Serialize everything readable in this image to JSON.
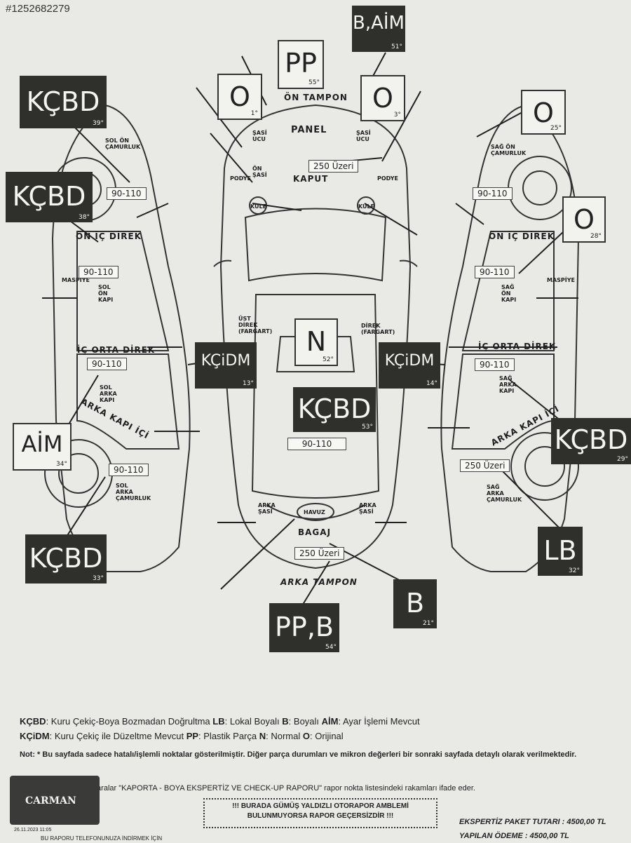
{
  "watermark_id": "#1252682279",
  "labels": {
    "on_tampon": "ÖN TAMPON",
    "panel": "PANEL",
    "kaput": "KAPUT",
    "sasi_ucu_l": "ŞASİ UCU",
    "sasi_ucu_r": "ŞASİ UCU",
    "on_sasi": "ÖN ŞASİ",
    "podye_l": "PODYE",
    "podye_r": "PODYE",
    "kule_l": "KULE",
    "kule_r": "KULE",
    "ust_direk_l": "ÜST DİREK (FARGART)",
    "ust_direk_r": "DİREK (FARGART)",
    "havuz": "HAVUZ",
    "bagaj": "BAGAJ",
    "arka_tampon": "ARKA TAMPON",
    "arka_sasi_l": "ARKA ŞASİ",
    "arka_sasi_r": "ARKA ŞASİ",
    "sol_on_camurluk": "SOL ÖN ÇAMURLUK",
    "sol_on_ic_direk": "ÖN İÇ DİREK",
    "sol_on_kapi": "SOL ÖN KAPI",
    "sol_maspiye": "MASPİYE",
    "sol_ic_orta_direk": "İÇ ORTA DİREK",
    "sol_arka_kapi": "SOL ARKA KAPI",
    "sol_arka_kapi_ici": "ARKA KAPI İÇİ",
    "sol_arka_camurluk": "SOL ARKA ÇAMURLUK",
    "sag_on_camurluk": "SAĞ ÖN ÇAMURLUK",
    "sag_on_ic_direk": "ÖN İÇ DİREK",
    "sag_on_kapi": "SAĞ ÖN KAPI",
    "sag_maspiye": "MASPİYE",
    "sag_ic_orta_direk": "İÇ ORTA DİREK",
    "sag_arka_kapi": "SAĞ ARKA KAPI",
    "sag_arka_kapi_ici": "ARKA KAPI İÇİ",
    "sag_arka_camurluk": "SAĞ ARKA ÇAMURLUK"
  },
  "tags": {
    "pp_front": {
      "code": "PP",
      "deg": "55°"
    },
    "b_aim": {
      "code": "B,AİM",
      "deg": "51°"
    },
    "o_left": {
      "code": "O",
      "deg": "1°"
    },
    "o_right": {
      "code": "O",
      "deg": "3°"
    },
    "kcbd_sol_camurluk": {
      "code": "KÇBD",
      "deg": "39°"
    },
    "kcbd_sol_kapi": {
      "code": "KÇBD",
      "deg": "38°"
    },
    "o_sag_camurluk": {
      "code": "O",
      "deg": "25°"
    },
    "o_sag_kapi": {
      "code": "O",
      "deg": "28°"
    },
    "n_tavan": {
      "code": "N",
      "deg": "52°"
    },
    "kcidm_left": {
      "code": "KÇiDM",
      "deg": "13°"
    },
    "kcidm_right": {
      "code": "KÇiDM",
      "deg": "14°"
    },
    "kcbd_center": {
      "code": "KÇBD",
      "deg": "53°"
    },
    "aim_left": {
      "code": "AİM",
      "deg": "34°"
    },
    "kcbd_sag_arka": {
      "code": "KÇBD",
      "deg": "29°"
    },
    "kcbd_sol_arka_camurluk": {
      "code": "KÇBD",
      "deg": "33°"
    },
    "lb_sag": {
      "code": "LB",
      "deg": "32°"
    },
    "b_bagaj": {
      "code": "B",
      "deg": "21°"
    },
    "ppb_rear": {
      "code": "PP,B",
      "deg": "54°"
    }
  },
  "measurements": {
    "kaput": "250 Üzeri",
    "sol_camurluk": "90-110",
    "sol_on_kapi": "90-110",
    "sol_arka_kapi": "90-110",
    "sol_arka_camurluk": "90-110",
    "tavan": "90-110",
    "bagaj": "250 Üzeri",
    "sag_camurluk": "90-110",
    "sag_on_kapi": "90-110",
    "sag_arka_kapi": "90-110",
    "sag_arka_camurluk": "250 Üzeri"
  },
  "legend": {
    "line1": [
      {
        "k": "KÇBD",
        "v": ": Kuru Çekiç-Boya Bozmadan Doğrultma "
      },
      {
        "k": "LB",
        "v": ": Lokal Boyalı "
      },
      {
        "k": "B",
        "v": ": Boyalı "
      },
      {
        "k": "AİM",
        "v": ": Ayar İşlemi Mevcut"
      }
    ],
    "line2": [
      {
        "k": "KÇiDM",
        "v": ": Kuru Çekiç ile Düzeltme Mevcut "
      },
      {
        "k": "PP",
        "v": ": Plastik Parça "
      },
      {
        "k": "N",
        "v": ": Normal "
      },
      {
        "k": "O",
        "v": ": Orijinal"
      }
    ]
  },
  "note1": "Not: * Bu sayfada sadece hatalı/işlemli noktalar gösterilmiştir. Diğer parça durumları ve mikron değerleri bir sonraki sayfada detaylı olarak verilmektedir.",
  "note2": "Not: * Kutulardaki numaralar \"KAPORTA - BOYA EKSPERTİZ VE CHECK-UP RAPORU\" rapor nokta listesindeki rakamları ifade eder.",
  "stamp_line1": "!!! BURADA GÜMÜŞ YALDIZLI OTORAPOR AMBLEMİ",
  "stamp_line2": "BULUNMUYORSA RAPOR GEÇERSİZDİR !!!",
  "logo_text": "CARMAN",
  "total_label": "EKSPERTİZ PAKET TUTARI : 4500,00 TL",
  "paid_label": "YAPILAN ÖDEME : 4500,00 TL",
  "bottom_text": "BU RAPORU TELEFONUNUZA İNDİRMEK İÇİN",
  "date_text": "26.11.2023 11:05"
}
